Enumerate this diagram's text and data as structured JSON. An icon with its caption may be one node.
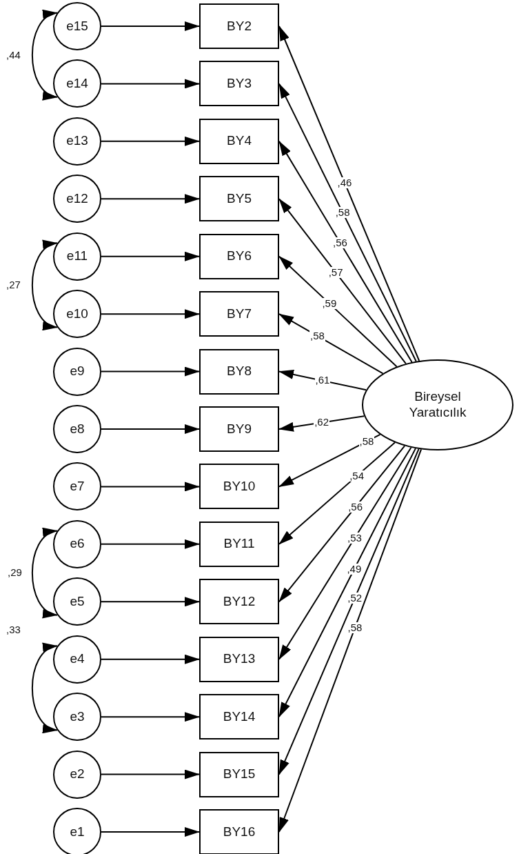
{
  "diagram": {
    "nodes": [
      {
        "text": [
          "e15"
        ]
      },
      {
        "text": [
          "e14"
        ]
      },
      {
        "text": [
          "e13"
        ]
      },
      {
        "text": [
          "e12"
        ]
      },
      {
        "text": [
          "e11"
        ]
      },
      {
        "text": [
          "e10"
        ]
      },
      {
        "text": [
          "e9"
        ]
      },
      {
        "text": [
          "e8"
        ]
      },
      {
        "text": [
          "e7"
        ]
      },
      {
        "text": [
          "e6"
        ]
      },
      {
        "text": [
          "e5"
        ]
      },
      {
        "text": [
          "e4"
        ]
      },
      {
        "text": [
          "e3"
        ]
      },
      {
        "text": [
          "e2"
        ]
      },
      {
        "text": [
          "e1"
        ]
      },
      {
        "text": [
          "BY2"
        ]
      },
      {
        "text": [
          "BY3"
        ]
      },
      {
        "text": [
          "BY4"
        ]
      },
      {
        "text": [
          "BY5"
        ]
      },
      {
        "text": [
          "BY6"
        ]
      },
      {
        "text": [
          "BY7"
        ]
      },
      {
        "text": [
          "BY8"
        ]
      },
      {
        "text": [
          "BY9"
        ]
      },
      {
        "text": [
          "BY10"
        ]
      },
      {
        "text": [
          "BY11"
        ]
      },
      {
        "text": [
          "BY12"
        ]
      },
      {
        "text": [
          "BY13"
        ]
      },
      {
        "text": [
          "BY14"
        ]
      },
      {
        "text": [
          "BY15"
        ]
      },
      {
        "text": [
          "BY16"
        ]
      },
      {
        "text": [
          "Bireysel Yaratıcılık"
        ]
      }
    ],
    "edges": [
      {
        "from": 0,
        "to": 15,
        "arrow": "to"
      },
      {
        "from": 1,
        "to": 16,
        "arrow": "to"
      },
      {
        "from": 2,
        "to": 17,
        "arrow": "to"
      },
      {
        "from": 3,
        "to": 18,
        "arrow": "to"
      },
      {
        "from": 4,
        "to": 19,
        "arrow": "to"
      },
      {
        "from": 5,
        "to": 20,
        "arrow": "to"
      },
      {
        "from": 6,
        "to": 21,
        "arrow": "to"
      },
      {
        "from": 7,
        "to": 22,
        "arrow": "to"
      },
      {
        "from": 8,
        "to": 23,
        "arrow": "to"
      },
      {
        "from": 9,
        "to": 24,
        "arrow": "to"
      },
      {
        "from": 10,
        "to": 25,
        "arrow": "to"
      },
      {
        "from": 11,
        "to": 26,
        "arrow": "to"
      },
      {
        "from": 12,
        "to": 27,
        "arrow": "to"
      },
      {
        "from": 13,
        "to": 28,
        "arrow": "to"
      },
      {
        "from": 14,
        "to": 29,
        "arrow": "to"
      },
      {
        "from": 30,
        "to": 15,
        "arrow": "to",
        "label": ",46"
      },
      {
        "from": 30,
        "to": 16,
        "arrow": "to",
        "label": ",58"
      },
      {
        "from": 30,
        "to": 17,
        "arrow": "to",
        "label": ",56"
      },
      {
        "from": 30,
        "to": 18,
        "arrow": "to",
        "label": ",57"
      },
      {
        "from": 30,
        "to": 19,
        "arrow": "to",
        "label": ",59"
      },
      {
        "from": 30,
        "to": 20,
        "arrow": "to",
        "label": ",58"
      },
      {
        "from": 30,
        "to": 21,
        "arrow": "to",
        "label": ",61"
      },
      {
        "from": 30,
        "to": 22,
        "arrow": "to",
        "label": ",62"
      },
      {
        "from": 30,
        "to": 23,
        "arrow": "to",
        "label": ",58"
      },
      {
        "from": 30,
        "to": 24,
        "arrow": "to",
        "label": ",54"
      },
      {
        "from": 30,
        "to": 25,
        "arrow": "to",
        "label": ",56"
      },
      {
        "from": 30,
        "to": 26,
        "arrow": "to",
        "label": ",53"
      },
      {
        "from": 30,
        "to": 27,
        "arrow": "to",
        "label": ",49"
      },
      {
        "from": 30,
        "to": 28,
        "arrow": "to",
        "label": ",52"
      },
      {
        "from": 30,
        "to": 29,
        "arrow": "to",
        "label": ",58"
      },
      {
        "from": 0,
        "to": 1,
        "arrow": "both",
        "label": ",44"
      },
      {
        "from": 4,
        "to": 5,
        "arrow": "both",
        "label": ",27"
      },
      {
        "from": 9,
        "to": 10,
        "arrow": "both",
        "label": ",29"
      },
      {
        "from": 11,
        "to": 12,
        "arrow": "both",
        "label": ",33"
      }
    ]
  }
}
